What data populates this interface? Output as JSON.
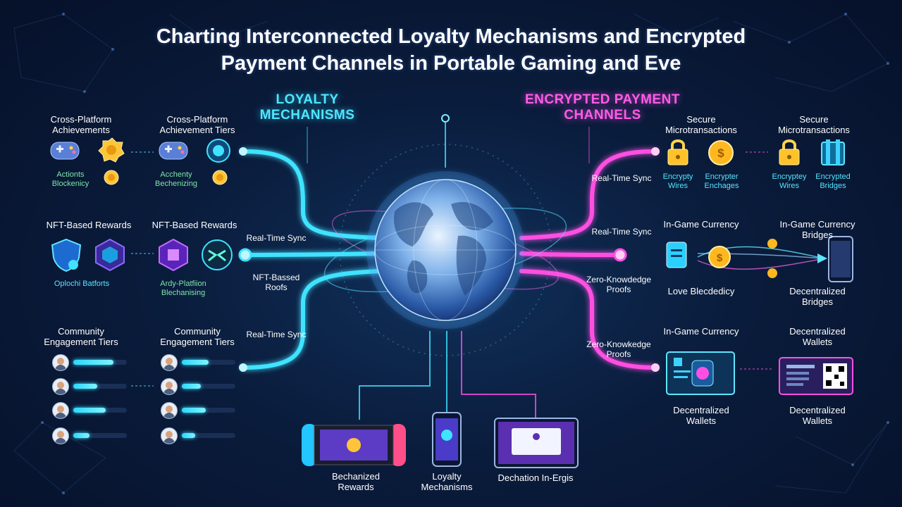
{
  "title": {
    "line1": "Charting Interconnected Loyalty Mechanisms and Encrypted",
    "line2": "Payment Channels in Portable Gaming and Eve"
  },
  "colors": {
    "loyalty": "#3fe3ff",
    "payment": "#ff4fe3",
    "background": "#0a1c3c"
  },
  "loyalty": {
    "header1": "LOYALTY",
    "header2": "MECHANISMS",
    "achievements": {
      "title_a1": "Cross-Platform",
      "title_a2": "Achievements",
      "title_b1": "Cross-Platform",
      "title_b2": "Achievement Tiers",
      "sub_a1": "Actionts",
      "sub_a2": "Blockenicy",
      "sub_b1": "Acchenty",
      "sub_b2": "Bechenizing",
      "icons": [
        "gamepad-icon",
        "gold-badge-icon",
        "gamepad-icon",
        "shield-badge-icon"
      ]
    },
    "nft": {
      "title_a": "NFT-Based Rewards",
      "title_b": "NFT-Based Rewards",
      "sub_a": "Oplochi Batforts",
      "sub_b1": "Ardy-Platfiion",
      "sub_b2": "Blechanising",
      "icons": [
        "shield-nft-icon",
        "hex-nft-icon",
        "puzzle-nft-icon",
        "wings-emblem-icon"
      ]
    },
    "community": {
      "title_a1": "Community",
      "title_a2": "Engagement Tiers",
      "title_b1": "Community",
      "title_b2": "Engagement Tiers",
      "left_bars": [
        0.75,
        0.45,
        0.6,
        0.3
      ],
      "right_bars": [
        0.5,
        0.35,
        0.45,
        0.25
      ]
    }
  },
  "center": {
    "sync1": "Real-Time Sync",
    "nft_proofs1": "NFT-Bassed",
    "nft_proofs2": "Roofs",
    "sync2": "Real-Time Sync",
    "sync3": "Real-Time Sync",
    "sync4": "Real-Time Sync",
    "zk_a1": "Zero-Knowdedge",
    "zk_a2": "Proofs",
    "zk_b1": "Zero-Knowkedge",
    "zk_b2": "Proofs"
  },
  "payment": {
    "header1": "ENCRYPTED PAYMENT",
    "header2": "CHANNELS",
    "micro": {
      "title_a1": "Secure",
      "title_a2": "Microtransactions",
      "title_b1": "Secure",
      "title_b2": "Microtransactions",
      "sub_a1": "Encrypty",
      "sub_a2": "Wires",
      "sub_b1": "Encrypter",
      "sub_b2": "Enchages",
      "sub_c1": "Encryptey",
      "sub_c2": "Wires",
      "sub_d1": "Encrypted",
      "sub_d2": "Bridges",
      "icons": [
        "padlock-icon",
        "coin-icon",
        "padlock-icon",
        "bridge-icon"
      ]
    },
    "currency": {
      "title_a": "In-Game Currency",
      "title_b1": "In-Game Currency",
      "title_b2": "Bridges",
      "sub_a": "Love Blecdedicy",
      "sub_b1": "Decentralized",
      "sub_b2": "Bridges"
    },
    "wallets": {
      "title_a": "In-Game Currency",
      "title_b1": "Decentralized",
      "title_b2": "Wallets",
      "sub_a1": "Decentralized",
      "sub_a2": "Wallets",
      "sub_b1": "Decentralized",
      "sub_b2": "Wallets"
    }
  },
  "devices": {
    "console1": "Bechanized",
    "console2": "Rewards",
    "phone1": "Loyalty",
    "phone2": "Mechanisms",
    "tablet": "Dechation In-Ergis"
  }
}
